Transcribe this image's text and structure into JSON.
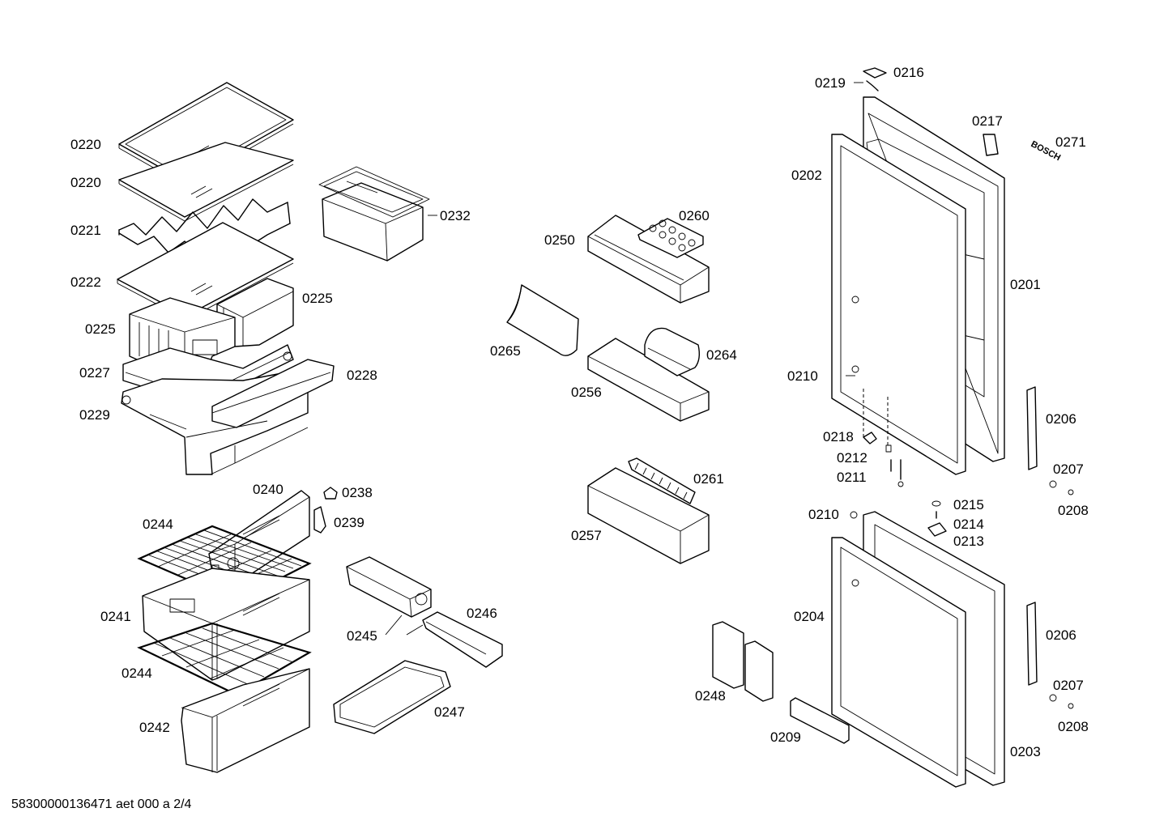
{
  "diagram": {
    "footer": "58300000136471 aet 000 a 2/4",
    "labels": {
      "l0220a": "0220",
      "l0220b": "0220",
      "l0221": "0221",
      "l0222": "0222",
      "l0225a": "0225",
      "l0225b": "0225",
      "l0227": "0227",
      "l0228": "0228",
      "l0229": "0229",
      "l0232": "0232",
      "l0240": "0240",
      "l0238": "0238",
      "l0239": "0239",
      "l0244a": "0244",
      "l0241": "0241",
      "l0244b": "0244",
      "l0242": "0242",
      "l0245": "0245",
      "l0246": "0246",
      "l0247": "0247",
      "l0250": "0250",
      "l0260": "0260",
      "l0265": "0265",
      "l0264": "0264",
      "l0256": "0256",
      "l0261": "0261",
      "l0257": "0257",
      "l0219": "0219",
      "l0216": "0216",
      "l0217": "0217",
      "l0271": "0271",
      "l0202": "0202",
      "l0201": "0201",
      "l0210a": "0210",
      "l0206a": "0206",
      "l0218": "0218",
      "l0212": "0212",
      "l0211": "0211",
      "l0207a": "0207",
      "l0208a": "0208",
      "l0210b": "0210",
      "l0215": "0215",
      "l0214": "0214",
      "l0213": "0213",
      "l0204": "0204",
      "l0206b": "0206",
      "l0207b": "0207",
      "l0208b": "0208",
      "l0248": "0248",
      "l0209": "0209",
      "l0203": "0203"
    },
    "logo_text": "BOSCH"
  }
}
